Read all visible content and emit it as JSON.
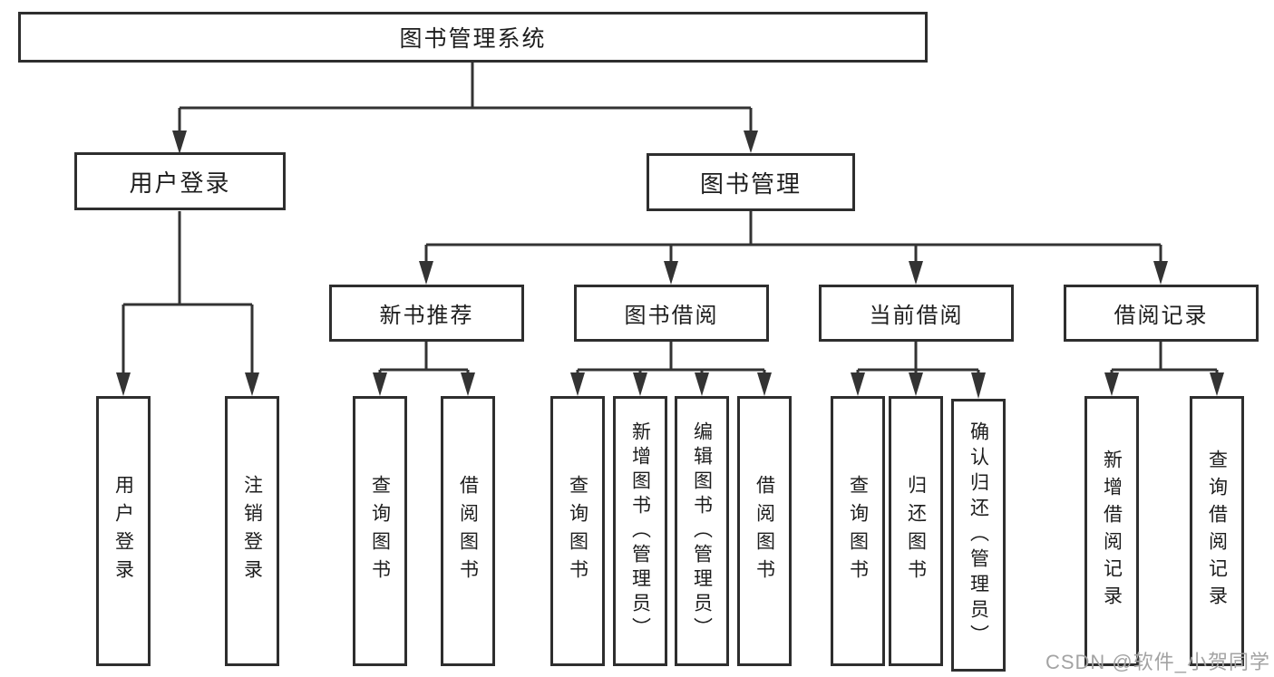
{
  "diagram": {
    "type": "hierarchy-tree",
    "title": "图书管理系统",
    "nodes": {
      "root": "图书管理系统",
      "user_login": "用户登录",
      "book_mgmt": "图书管理",
      "new_books": "新书推荐",
      "book_borrow": "图书借阅",
      "current_borrow": "当前借阅",
      "borrow_records": "借阅记录",
      "user_login_leaf": "用户登录",
      "logout_leaf": "注销登录",
      "nb_query_books": "查询图书",
      "nb_borrow_books": "借阅图书",
      "bb_query_books": "查询图书",
      "bb_add_books": "新增图书（管理员）",
      "bb_edit_books": "编辑图书（管理员）",
      "bb_borrow_books": "借阅图书",
      "cb_query_books": "查询图书",
      "cb_return_books": "归还图书",
      "cb_confirm_return": "确认归还（管理员）",
      "br_add_record": "新增借阅记录",
      "br_query_record": "查询借阅记录"
    },
    "tree": {
      "图书管理系统": {
        "用户登录": [
          "用户登录",
          "注销登录"
        ],
        "图书管理": {
          "新书推荐": [
            "查询图书",
            "借阅图书"
          ],
          "图书借阅": [
            "查询图书",
            "新增图书（管理员）",
            "编辑图书（管理员）",
            "借阅图书"
          ],
          "当前借阅": [
            "查询图书",
            "归还图书",
            "确认归还（管理员）"
          ],
          "借阅记录": [
            "新增借阅记录",
            "查询借阅记录"
          ]
        }
      }
    },
    "watermark": "CSDN @软件_小贺同学",
    "colors": {
      "background": "#ffffff",
      "line": "#333333",
      "box_border": "#2e2e2e",
      "text": "#1d1d1d",
      "watermark": "#a3a3a3"
    }
  }
}
